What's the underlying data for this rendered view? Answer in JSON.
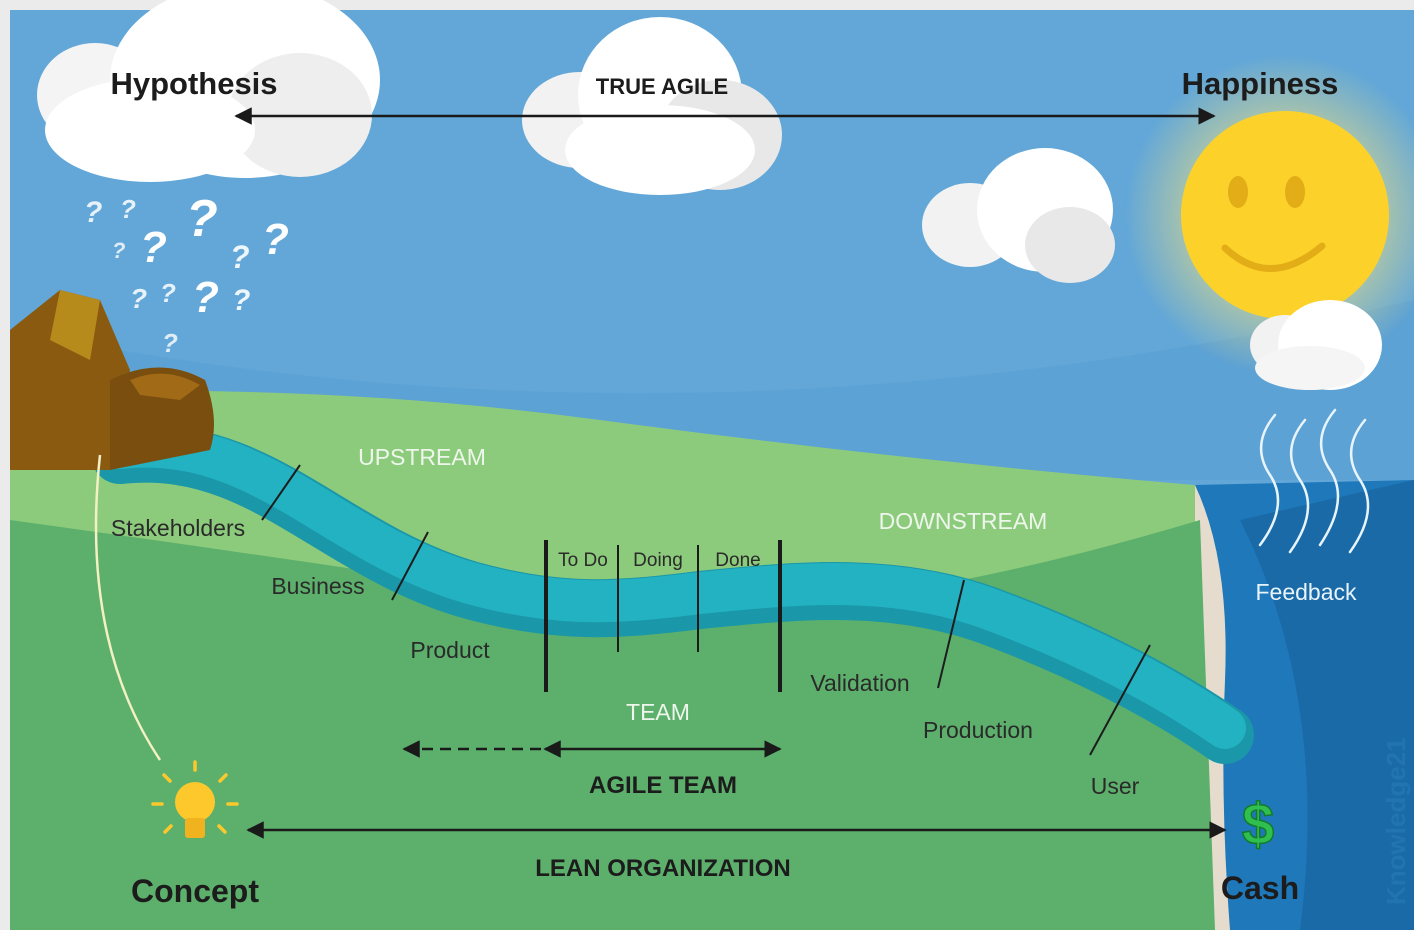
{
  "labels": {
    "hypothesis": "Hypothesis",
    "true_agile": "TRUE AGILE",
    "happiness": "Happiness",
    "upstream": "UPSTREAM",
    "downstream": "DOWNSTREAM",
    "stakeholders": "Stakeholders",
    "business": "Business",
    "product": "Product",
    "todo": "To Do",
    "doing": "Doing",
    "done": "Done",
    "team": "TEAM",
    "validation": "Validation",
    "production": "Production",
    "user": "User",
    "feedback": "Feedback",
    "agile_team": "AGILE TEAM",
    "lean_organization": "LEAN ORGANIZATION",
    "concept": "Concept",
    "cash": "Cash",
    "dollar": "$",
    "watermark": "Knowledge21"
  },
  "colors": {
    "sky": "#62a7d8",
    "upper_hill": "#8ccb7c",
    "lower_hill": "#5cb06c",
    "river": "#22b2c2",
    "sea": "#1f78ba",
    "sun": "#fcd22a",
    "bulb": "#fcc82c",
    "dollar": "#2fbf4f"
  },
  "icons": [
    "cloud-icon",
    "sun-smiley-icon",
    "question-marks-icon",
    "rock-icon",
    "lightbulb-icon",
    "dollar-icon",
    "steam-icon"
  ]
}
